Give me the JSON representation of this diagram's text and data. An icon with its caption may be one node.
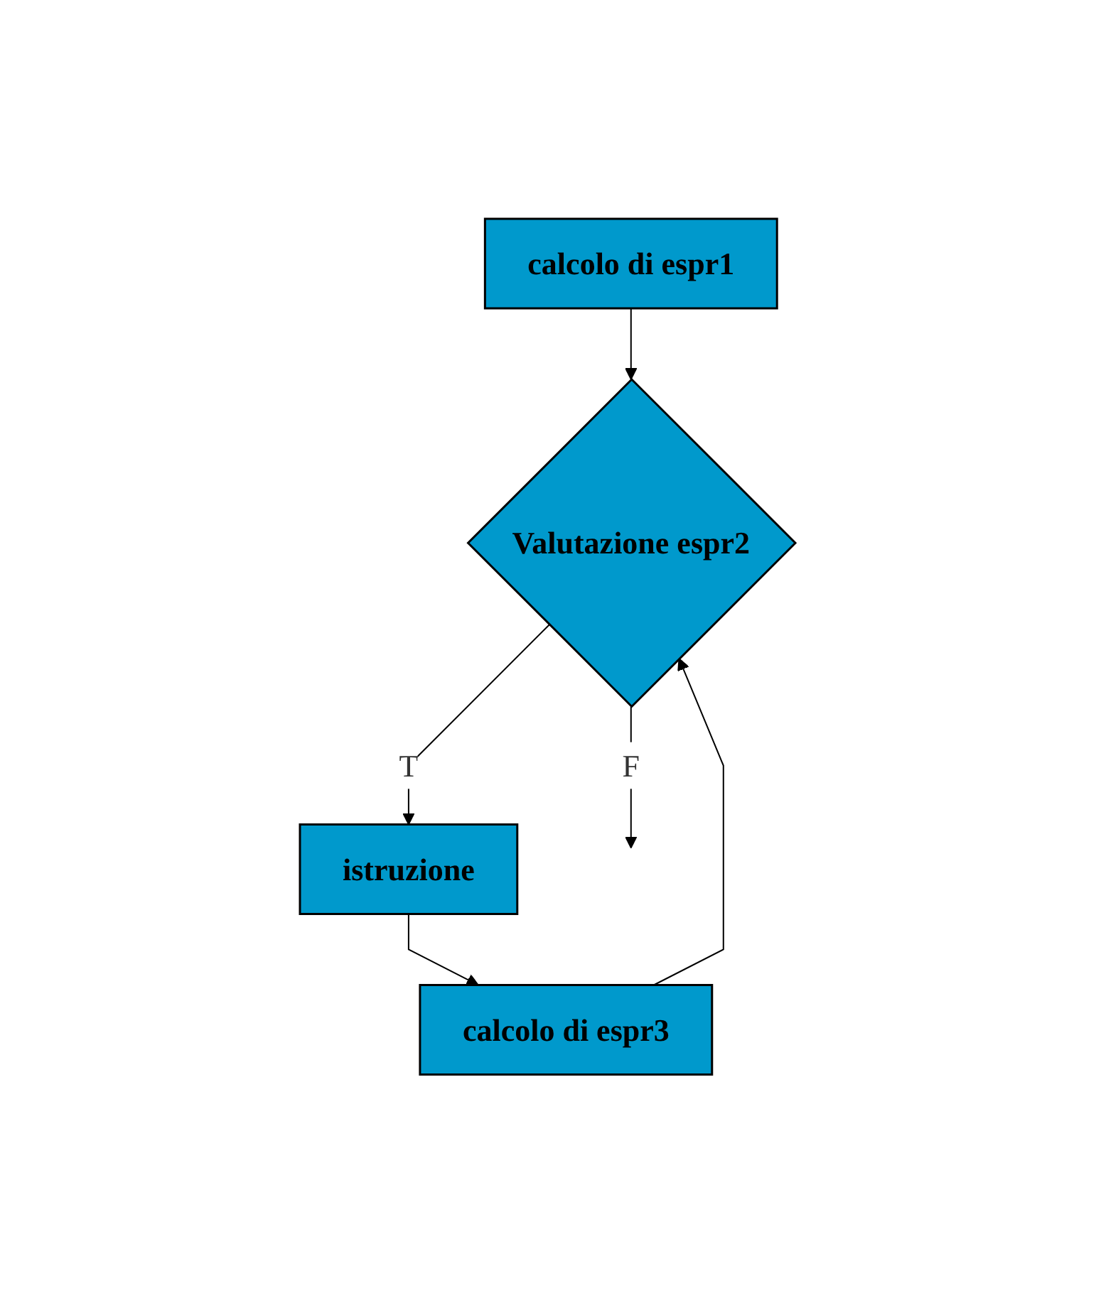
{
  "diagram": {
    "nodes": [
      {
        "text": [
          "calcolo di espr1"
        ]
      },
      {
        "text": [
          "Valutazione espr2"
        ]
      },
      {
        "text": [
          "istruzione"
        ]
      },
      {
        "text": [
          "calcolo di espr3"
        ]
      }
    ],
    "edges": [
      {
        "from": 0,
        "to": 1,
        "arrow": "to"
      },
      {
        "from": 1,
        "to": 2,
        "arrow": "to",
        "label": "T"
      },
      {
        "from": 2,
        "to": 3,
        "arrow": "to"
      },
      {
        "from": 3,
        "to": 1,
        "arrow": "to"
      },
      {
        "from": 1,
        "to": null,
        "arrow": "to",
        "label": "F"
      }
    ]
  }
}
